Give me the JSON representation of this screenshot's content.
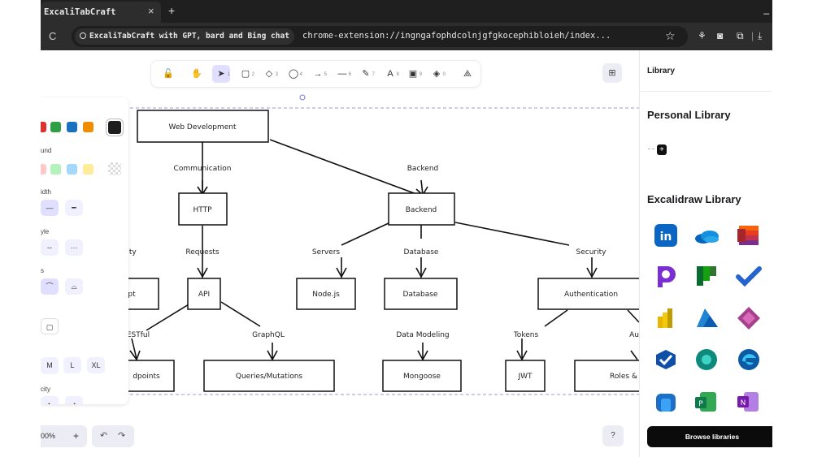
{
  "browser": {
    "tab_title": "ExcaliTabCraft",
    "tab_close": "×",
    "new_tab": "+",
    "site_chip": "ExcaliTabCraft with GPT, bard and Bing chat",
    "url": "chrome-extension://ingngafophdcolnjgfgkocephibloieh/index...",
    "star": "☆",
    "reload": "C"
  },
  "toolbar": {
    "tools": [
      {
        "name": "lock",
        "glyph": "🔓",
        "key": ""
      },
      {
        "name": "hand",
        "glyph": "✋",
        "key": ""
      },
      {
        "name": "selection",
        "glyph": "➤",
        "key": "1"
      },
      {
        "name": "rectangle",
        "glyph": "▢",
        "key": "2"
      },
      {
        "name": "diamond",
        "glyph": "◇",
        "key": "3"
      },
      {
        "name": "ellipse",
        "glyph": "◯",
        "key": "4"
      },
      {
        "name": "arrow",
        "glyph": "→",
        "key": "5"
      },
      {
        "name": "line",
        "glyph": "—",
        "key": "6"
      },
      {
        "name": "draw",
        "glyph": "✎",
        "key": "7"
      },
      {
        "name": "text",
        "glyph": "A",
        "key": "8"
      },
      {
        "name": "image",
        "glyph": "▣",
        "key": "9"
      },
      {
        "name": "eraser",
        "glyph": "◈",
        "key": "0"
      },
      {
        "name": "more",
        "glyph": "⟁",
        "key": ""
      }
    ]
  },
  "props": {
    "background_label": "und",
    "width_label": "idth",
    "style_label": "yle",
    "edges_label": "s",
    "sloppiness_label": "",
    "font_size_label": "",
    "opacity_label": "city",
    "sizes": [
      "M",
      "L",
      "XL"
    ],
    "stroke_colors": [
      "#e03131",
      "#2f9e44",
      "#1971c2",
      "#f08c00",
      "#1e1e1e"
    ],
    "background_colors": [
      "#ffc9c9",
      "#b2f2bb",
      "#a5d8ff",
      "#ffec99"
    ]
  },
  "diagram": {
    "nodes": {
      "root": "Web Development",
      "http": "HTTP",
      "backend": "Backend",
      "api": "API",
      "nodejs": "Node.js",
      "database": "Database",
      "authentication": "Authentication",
      "left_cut": "pt",
      "endpoints": "dpoints",
      "queries": "Queries/Mutations",
      "mongoose": "Mongoose",
      "jwt": "JWT",
      "roles": "Roles &"
    },
    "edge_labels": {
      "communication": "Communication",
      "backend": "Backend",
      "requests": "Requests",
      "servers": "Servers",
      "database": "Database",
      "security": "Security",
      "restful": "ESTful",
      "graphql": "GraphQL",
      "data_modeling": "Data Modeling",
      "tokens": "Tokens",
      "au": "Au",
      "left_cut": "ity"
    }
  },
  "bottom": {
    "zoom": "00%",
    "zoom_plus": "+",
    "undo": "↶",
    "redo": "↷",
    "help": "?"
  },
  "library": {
    "header": "Library",
    "personal_title": "Personal Library",
    "excalidraw_title": "Excalidraw Library",
    "browse_label": "Browse libraries",
    "items": [
      "LinkedIn",
      "OneDrive",
      "Office",
      "Power Automate",
      "Planner",
      "To Do",
      "Power BI",
      "Azure",
      "Power Apps",
      "Intune",
      "Viva",
      "Edge",
      "Teams Room",
      "Project",
      "OneNote"
    ]
  }
}
